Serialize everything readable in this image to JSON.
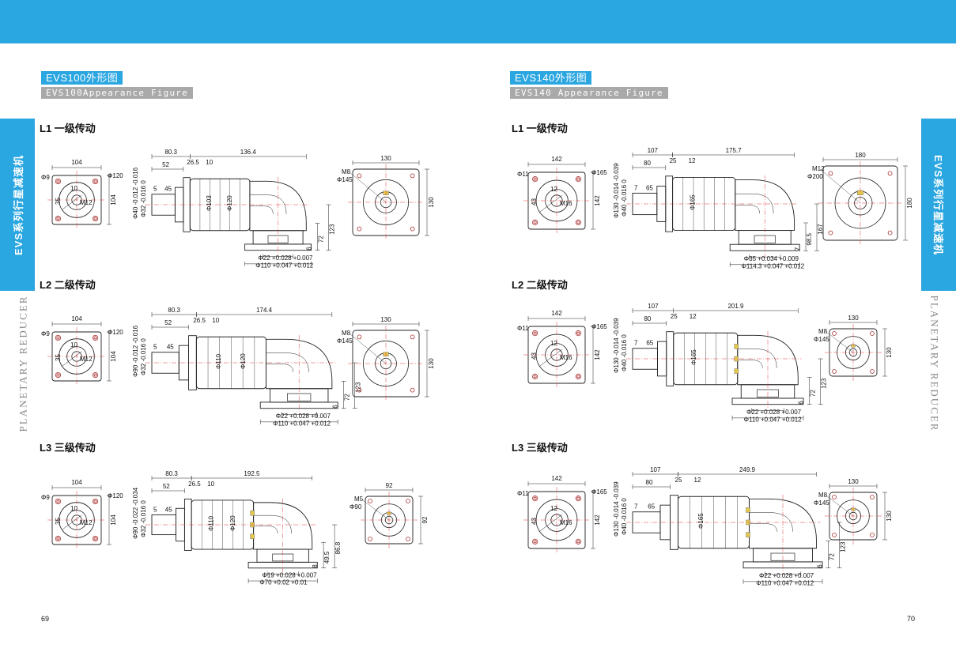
{
  "left_page": {
    "title_cn": "EVS100外形图",
    "title_en": "EVS100Appearance Figure",
    "side_tab": "EVS系列行星减速机",
    "side_text": "PLANETARY REDUCER",
    "page_number": "69",
    "stages": [
      {
        "label": "L1  一级传动",
        "flange": {
          "width": "104",
          "height": "104",
          "hole": "Φ9",
          "pcd": "Φ120",
          "key": "10",
          "depth": "35",
          "thread": "M12"
        },
        "side": {
          "len1": "80.3",
          "len2": "136.4",
          "len3": "52",
          "len4": "26.5",
          "len5": "10",
          "len6": "5",
          "len7": "45",
          "shaft_dia": "Φ40 -0.012 -0.016",
          "pilot_dia": "Φ32 -0.016 0",
          "body_dia1": "Φ103",
          "body_dia2": "Φ120",
          "height1": "123",
          "height2": "72",
          "height3": "6",
          "out_dia1": "Φ22 +0.028 +0.007",
          "out_dia2": "Φ110 +0.047 +0.012"
        },
        "output": {
          "width": "130",
          "height": "130",
          "thread": "M8",
          "pcd": "Φ145"
        }
      },
      {
        "label": "L2  二级传动",
        "flange": {
          "width": "104",
          "height": "104",
          "hole": "Φ9",
          "pcd": "Φ120",
          "key": "10",
          "depth": "35",
          "thread": "M12"
        },
        "side": {
          "len1": "80.3",
          "len2": "174.4",
          "len3": "52",
          "len4": "26.5",
          "len5": "10",
          "len6": "5",
          "len7": "45",
          "shaft_dia": "Φ90 -0.012 -0.016",
          "pilot_dia": "Φ32 -0.016 0",
          "body_dia1": "Φ110",
          "body_dia2": "Φ120",
          "height1": "123",
          "height2": "72",
          "height3": "6",
          "out_dia1": "Φ22 +0.028 +0.007",
          "out_dia2": "Φ110 +0.047 +0.012"
        },
        "output": {
          "width": "130",
          "height": "130",
          "thread": "M8",
          "pcd": "Φ145"
        }
      },
      {
        "label": "L3  三级传动",
        "flange": {
          "width": "104",
          "height": "104",
          "hole": "Φ9",
          "pcd": "Φ120",
          "key": "10",
          "depth": "35",
          "thread": "M12"
        },
        "side": {
          "len1": "80.3",
          "len2": "192.5",
          "len3": "52",
          "len4": "26.5",
          "len5": "10",
          "len6": "5",
          "len7": "45",
          "shaft_dia": "Φ90 -0.022 -0.034",
          "pilot_dia": "Φ32 -0.016 0",
          "body_dia1": "Φ110",
          "body_dia2": "Φ120",
          "height1": "86.8",
          "height2": "49.5",
          "height3": "8",
          "out_dia1": "Φ19 +0.028 +0.007",
          "out_dia2": "Φ70 +0.02 +0.01"
        },
        "output": {
          "width": "92",
          "height": "92",
          "thread": "M5",
          "pcd": "Φ90"
        }
      }
    ]
  },
  "right_page": {
    "title_cn": "EVS140外形图",
    "title_en": "EVS140 Appearance Figure",
    "side_tab": "EVS系列行星减速机",
    "side_text": "PLANETARY REDUCER",
    "page_number": "70",
    "stages": [
      {
        "label": "L1  一级传动",
        "flange": {
          "width": "142",
          "height": "142",
          "hole": "Φ11",
          "pcd": "Φ165",
          "key": "12",
          "depth": "43",
          "thread": "M16"
        },
        "side": {
          "len1": "107",
          "len2": "175.7",
          "len3": "80",
          "len4": "25",
          "len5": "12",
          "len6": "7",
          "len7": "65",
          "shaft_dia": "Φ130 -0.014 -0.039",
          "pilot_dia": "Φ40 -0.016 0",
          "body_dia1": "Φ165",
          "body_dia2": "",
          "height1": "167",
          "height2": "98.5",
          "height3": "7",
          "out_dia1": "Φ35 +0.034 +0.009",
          "out_dia2": "Φ114.3 +0.047 +0.012"
        },
        "output": {
          "width": "180",
          "height": "180",
          "thread": "M12",
          "pcd": "Φ200"
        }
      },
      {
        "label": "L2  二级传动",
        "flange": {
          "width": "142",
          "height": "142",
          "hole": "Φ11",
          "pcd": "Φ165",
          "key": "12",
          "depth": "43",
          "thread": "M16"
        },
        "side": {
          "len1": "107",
          "len2": "201.9",
          "len3": "80",
          "len4": "25",
          "len5": "12",
          "len6": "7",
          "len7": "65",
          "shaft_dia": "Φ130 -0.014 -0.039",
          "pilot_dia": "Φ40 -0.016 0",
          "body_dia1": "Φ165",
          "body_dia2": "",
          "height1": "123",
          "height2": "72",
          "height3": "6",
          "out_dia1": "Φ22 +0.028 +0.007",
          "out_dia2": "Φ110 +0.047 +0.012"
        },
        "output": {
          "width": "130",
          "height": "130",
          "thread": "M8",
          "pcd": "Φ145"
        }
      },
      {
        "label": "L3  三级传动",
        "flange": {
          "width": "142",
          "height": "142",
          "hole": "Φ11",
          "pcd": "Φ165",
          "key": "12",
          "depth": "43",
          "thread": "M16"
        },
        "side": {
          "len1": "107",
          "len2": "249.9",
          "len3": "80",
          "len4": "25",
          "len5": "12",
          "len6": "7",
          "len7": "65",
          "shaft_dia": "Φ130 -0.014 -0.039",
          "pilot_dia": "Φ40 -0.016 0",
          "body_dia1": "Φ165",
          "body_dia2": "",
          "height1": "123",
          "height2": "72",
          "height3": "6",
          "out_dia1": "Φ22 +0.028 +0.007",
          "out_dia2": "Φ110 +0.047 +0.012"
        },
        "output": {
          "width": "130",
          "height": "130",
          "thread": "M8",
          "pcd": "Φ145"
        }
      }
    ]
  }
}
